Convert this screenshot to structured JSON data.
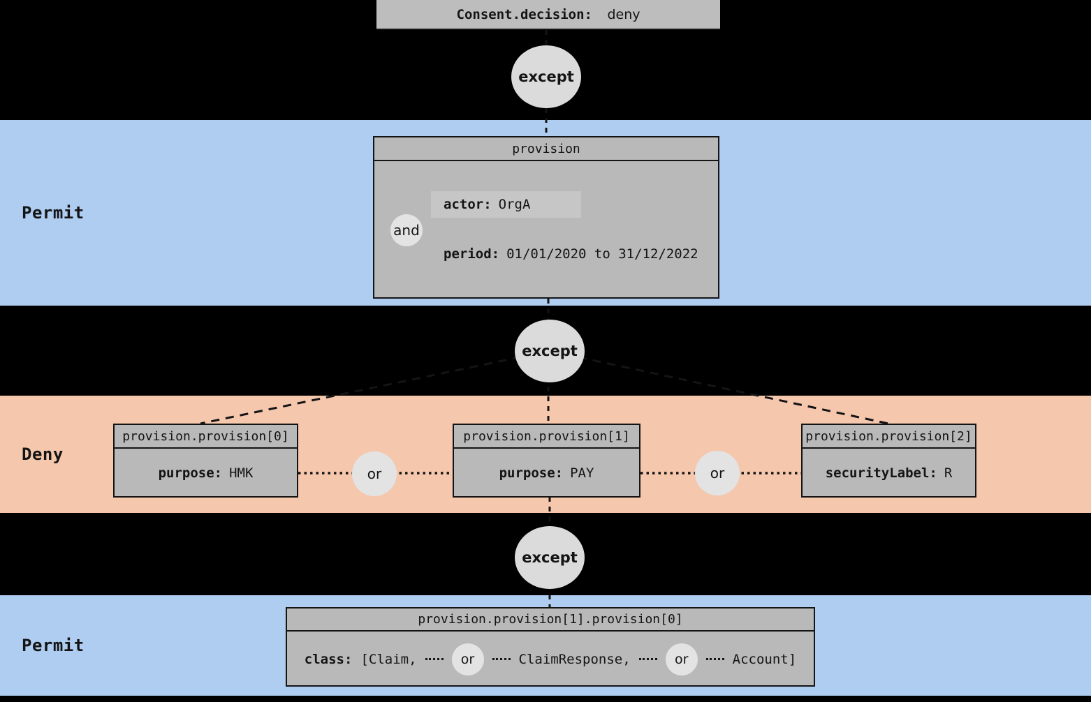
{
  "root": {
    "key": "Consent.decision:",
    "value": "deny"
  },
  "operators": {
    "except": "except",
    "and": "and",
    "or": "or"
  },
  "bands": [
    {
      "name": "permit-top",
      "label": "Permit",
      "color": "#aecdf1"
    },
    {
      "name": "deny",
      "label": "Deny",
      "color": "#f5c7ad"
    },
    {
      "name": "permit-bottom",
      "label": "Permit",
      "color": "#aecdf1"
    }
  ],
  "nodes": {
    "provision": {
      "title": "provision",
      "actor_key": "actor:",
      "actor_value": "OrgA",
      "period_key": "period:",
      "period_value": "01/01/2020 to 31/12/2022"
    },
    "deny_children": [
      {
        "title": "provision.provision[0]",
        "key": "purpose:",
        "value": "HMK"
      },
      {
        "title": "provision.provision[1]",
        "key": "purpose:",
        "value": "PAY"
      },
      {
        "title": "provision.provision[2]",
        "key": "securityLabel:",
        "value": "R"
      }
    ],
    "bottom": {
      "title": "provision.provision[1].provision[0]",
      "key": "class:",
      "item_0": "[Claim,",
      "item_1": "ClaimResponse,",
      "item_2": "Account]"
    }
  },
  "colors": {
    "background": "#000000",
    "node_fill": "#b9b9b9",
    "root_fill": "#bdbdbd",
    "circle_fill": "#dbdbdb",
    "permit_band": "#aecdf1",
    "deny_band": "#f5c7ad"
  }
}
